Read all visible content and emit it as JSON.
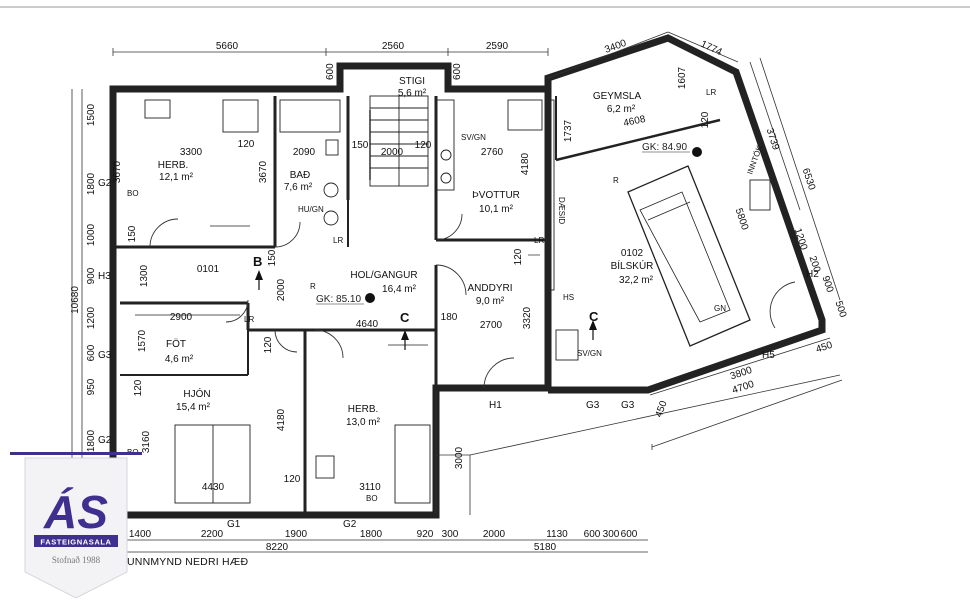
{
  "drawing": {
    "title": "UNNMYND NEDRI HÆÐ",
    "rooms": [
      {
        "id": "herb1",
        "name": "HERB.",
        "area": "12,1 m²"
      },
      {
        "id": "bad",
        "name": "BAÐ",
        "area": "7,6 m²"
      },
      {
        "id": "stigi",
        "name": "STIGI",
        "area": "5,6 m²"
      },
      {
        "id": "thvottur",
        "name": "ÞVOTTUR",
        "area": "10,1 m²"
      },
      {
        "id": "geymsla",
        "name": "GEYMSLA",
        "area": "6,2 m²"
      },
      {
        "id": "holgangur",
        "name": "HOL/GANGUR",
        "area": "16,4 m²"
      },
      {
        "id": "anddyri",
        "name": "ANDDYRI",
        "area": "9,0 m²"
      },
      {
        "id": "bilskur_no",
        "name": "0102",
        "area": ""
      },
      {
        "id": "bilskur",
        "name": "BÍLSKÚR",
        "area": "32,2 m²"
      },
      {
        "id": "fot",
        "name": "FÖT",
        "area": "4,6 m²"
      },
      {
        "id": "hjon",
        "name": "HJÓN",
        "area": "15,4 m²"
      },
      {
        "id": "herb2",
        "name": "HERB.",
        "area": "13,0 m²"
      }
    ],
    "unit_no": "0101",
    "gk_labels": [
      "GK: 85.10",
      "GK: 84.90"
    ],
    "section_marks": [
      "B",
      "C",
      "C"
    ],
    "window_marks": [
      "G2",
      "H3",
      "G3",
      "G2",
      "H1",
      "G3",
      "G3",
      "H5",
      "H2",
      "G1",
      "G2"
    ],
    "fixture_labels": [
      "SV/GN",
      "SV/GN",
      "HU/GN",
      "LR",
      "LR",
      "LR",
      "LR",
      "R",
      "R",
      "HS",
      "BO",
      "BO",
      "BO",
      "GN",
      "INNTÖK",
      "DÆSID"
    ],
    "dims_top": [
      "5660",
      "2560",
      "2590",
      "600",
      "600",
      "3400",
      "1774"
    ],
    "dims_bottom_1": [
      "1400",
      "2200",
      "1900",
      "1800",
      "920",
      "300",
      "2000",
      "1130",
      "600",
      "300",
      "600"
    ],
    "dims_bottom_2": [
      "8220",
      "5180"
    ],
    "dims_left": [
      "1500",
      "1800",
      "1000",
      "900",
      "1200",
      "600",
      "950",
      "1800",
      "10680"
    ],
    "dims_inner": [
      "3300",
      "120",
      "2090",
      "150",
      "2000",
      "120",
      "2760",
      "3670",
      "3670",
      "150",
      "150",
      "1300",
      "2000",
      "2900",
      "1570",
      "4640",
      "180",
      "2700",
      "120",
      "4180",
      "120",
      "3320",
      "4180",
      "120",
      "3160",
      "4430",
      "120",
      "3110",
      "3000",
      "1737",
      "1607",
      "4608",
      "120",
      "5800",
      "3739",
      "6530",
      "1200",
      "200",
      "900",
      "500",
      "3800",
      "4700",
      "450",
      "450",
      "H5"
    ]
  },
  "logo": {
    "monogram": "ÁS",
    "name": "FASTEIGNASALA",
    "founded": "Stofnað 1988",
    "colors": {
      "primary": "#3f2f8e",
      "bg": "#f3f3f5"
    }
  }
}
